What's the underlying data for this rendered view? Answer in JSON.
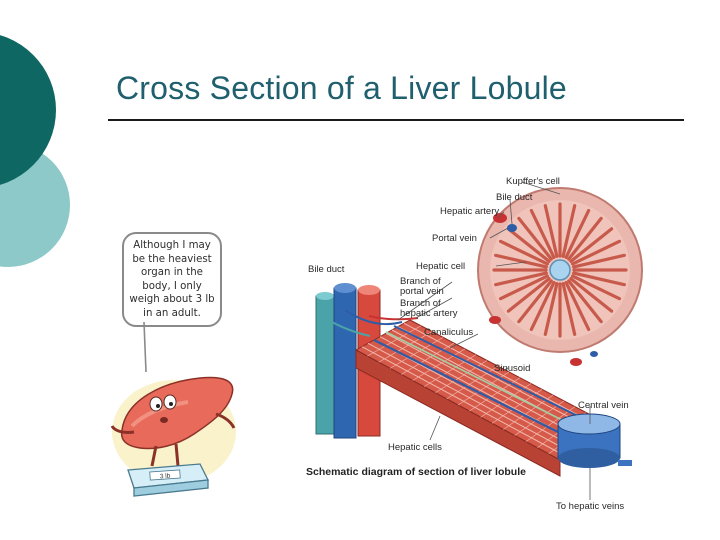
{
  "slide": {
    "title": "Cross Section of a Liver Lobule",
    "colors": {
      "teal_dark": "#0f6763",
      "teal_light": "#8ec9c9",
      "title": "#1f5f6e"
    }
  },
  "cartoon": {
    "speech_lines": [
      "Although I may",
      "be the heaviest",
      "organ in the",
      "body, I only",
      "weigh about 3 lb",
      "in an adult."
    ],
    "scale_readout": "3 lb"
  },
  "diagram": {
    "labels": {
      "kupffer_cell": "Kupffer's cell",
      "bile_duct_top": "Bile duct",
      "hepatic_artery": "Hepatic artery",
      "portal_vein": "Portal vein",
      "bile_duct_left": "Bile duct",
      "hepatic_cell": "Hepatic cell",
      "branch_portal_1": "Branch of",
      "branch_portal_2": "portal vein",
      "branch_artery_1": "Branch of",
      "branch_artery_2": "hepatic artery",
      "canaliculus": "Canaliculus",
      "sinusoid": "Sinusoid",
      "central_vein": "Central vein",
      "hepatic_cells": "Hepatic cells",
      "to_hepatic_veins": "To hepatic veins"
    },
    "caption": "Schematic diagram of section of liver lobule"
  }
}
